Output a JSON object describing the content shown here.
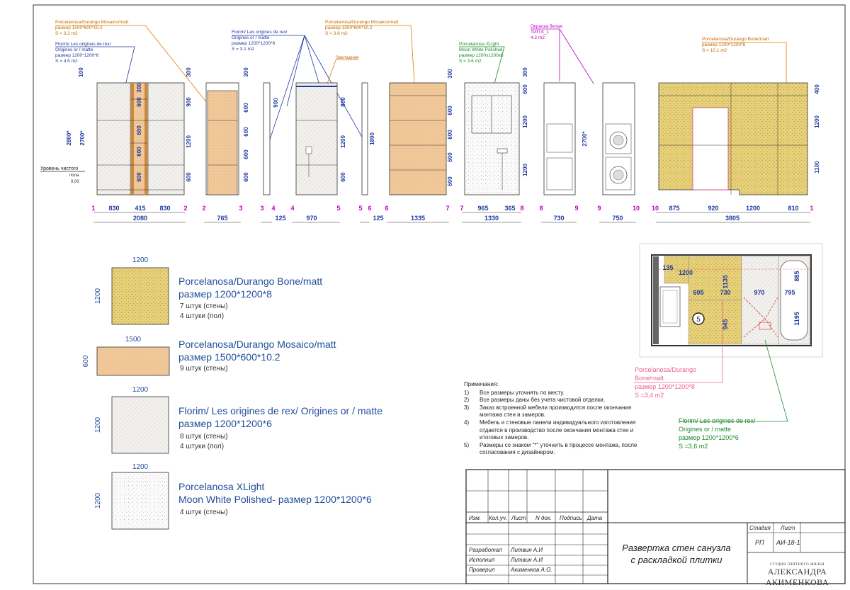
{
  "top_labels": {
    "mosaico_1": [
      "Porcelanosa/Durango Mosaico/matt",
      "размер 1500*600*10.2",
      "S = 3.2 m2"
    ],
    "florim_1": [
      "Florim/ Les origines de rex/",
      "Origines or / matte",
      "размер 1200*1200*6",
      "S = 4.5 m2"
    ],
    "florim_2": [
      "Florim/ Les origines de rex/",
      "Origines or / matte",
      "размер 1200*1200*6",
      "S = 3.1 m2"
    ],
    "mosaico_2": [
      "Porcelanosa/Durango Mosaico/matt",
      "размер 1500*600*10.2",
      "S = 3.6 m2"
    ],
    "zakladnaya": "Закладная",
    "xlight": [
      "Porcelanosa XLight",
      "Moon White Polished-",
      "размер 1200x1200x6",
      "S = 3.6 m2"
    ],
    "paint": [
      "Окраска белая",
      "ТИП К_1",
      "4.2 m2"
    ],
    "bone": [
      "Porcelanosa/Durango Bone/matt",
      "размер 1200*1200*8",
      "S = 10.1 m2"
    ]
  },
  "level": {
    "label": "Уровень чистого",
    "label2": "пола",
    "value": "0.00"
  },
  "vert_dims": {
    "top": "100",
    "total": "2800*",
    "wall": "2700*",
    "e1": [
      "300",
      "600",
      "600",
      "600",
      "600"
    ],
    "e2": [
      "300",
      "900",
      "1200",
      "600"
    ],
    "e3": [
      "300",
      "600",
      "600",
      "600",
      "600"
    ],
    "e4_small": "900",
    "e4": [
      "800",
      "1200",
      "600"
    ],
    "e5": "1800",
    "e6": [
      "300",
      "600",
      "600",
      "600",
      "600"
    ],
    "e7": [
      "300",
      "600",
      "1200",
      "1200"
    ],
    "e8": "2700*",
    "e10": [
      "400",
      "1200",
      "1100"
    ]
  },
  "horiz_dims": {
    "e1": [
      "830",
      "415",
      "830"
    ],
    "e1_total": "2080",
    "e2": "765",
    "e3": "125",
    "e4": "970",
    "e5": "125",
    "e6": "1335",
    "e7": [
      "965",
      "365"
    ],
    "e7_total": "1330",
    "e8": "730",
    "e9": "750",
    "e10": [
      "875",
      "920",
      "1200",
      "810"
    ],
    "e10_total": "3805"
  },
  "axes": [
    "1",
    "2",
    "2",
    "3",
    "3",
    "4",
    "4",
    "5",
    "5",
    "6",
    "6",
    "7",
    "7",
    "8",
    "8",
    "9",
    "9",
    "10",
    "10",
    "1"
  ],
  "legend": [
    {
      "w": "1200",
      "h": "1200",
      "title1": "Porcelanosa/Durango Bone/matt",
      "title2": "размер 1200*1200*8",
      "q1": "7 штук (стены)",
      "q2": "4 штуки (пол)"
    },
    {
      "w": "1500",
      "h": "600",
      "title1": "Porcelanosa/Durango Mosaico/matt",
      "title2": "размер 1500*600*10.2",
      "q1": "9 штук (стены)",
      "q2": ""
    },
    {
      "w": "1200",
      "h": "1200",
      "title1": "Florim/ Les origines de rex/ Origines or / matte",
      "title2": "размер 1200*1200*6",
      "q1": "8 штук  (стены)",
      "q2": "4 штуки  (пол)"
    },
    {
      "w": "1200",
      "h": "1200",
      "title1": "Porcelanosa XLight",
      "title2": "Moon White Polished- размер 1200*1200*6",
      "q1": "4 штук  (стены)",
      "q2": ""
    }
  ],
  "plan": {
    "dims": [
      "135",
      "1200",
      "1135",
      "605",
      "730",
      "970",
      "795",
      "885",
      "945",
      "1195"
    ],
    "marker": "5",
    "floor_bone": [
      "Porcelanosa/Durango",
      "Bone/matt",
      "размер 1200*1200*8",
      "S =3,4 m2"
    ],
    "floor_florim": [
      "Florim/ Les origines de rex/",
      "Origines or / matte",
      "размер 1200*1200*6",
      "S =3,6 m2"
    ]
  },
  "notes": {
    "header": "Примечания:",
    "items": [
      {
        "n": "1)",
        "t": "Все размеры уточнять по месту."
      },
      {
        "n": "2)",
        "t": "Все размеры даны без учета чистовой отделки."
      },
      {
        "n": "3)",
        "t": "Заказ встроенной мебели производится после окончания монтажа стен и замеров."
      },
      {
        "n": "4)",
        "t": "Мебель и стеновые панели индивидуального изготовления отдается в производство после окончания монтажа стен и итоговых замеров."
      },
      {
        "n": "5)",
        "t": "Размеры со знаком \"*\" уточнить в процессе монтажа, после согласования с дизайнером."
      }
    ]
  },
  "title_block": {
    "h_izm": "Изм.",
    "h_kol": "Кол.уч.",
    "h_list": "Лист",
    "h_ndok": "N док.",
    "h_podp": "Подпись",
    "h_data": "Дата",
    "r1_role": "Разработал",
    "r1_name": "Литвин А.И",
    "r2_role": "Исполнил",
    "r2_name": "Литвин А.И",
    "r3_role": "Проверил",
    "r3_name": "Акименков А.О.",
    "title1": "Развертка стен  санузла",
    "title2": "с раскладкой плитки",
    "stage_h": "Стадия",
    "sheet_h": "Лист",
    "stage": "РП",
    "sheet": "АИ-18-1",
    "brand_small": "СТУДИЯ ЭЛИТНОГО ЖИЛЬЯ",
    "brand_big": "АЛЕКСАНДРА АКИМЕНКОВА"
  },
  "colors": {
    "bone": "#e8d27c",
    "bone_dot": "#b89a3a",
    "mosaico": "#f1c89a",
    "florim": "#f3f1ee",
    "blue": "#1f4e9a",
    "orange": "#e07b00",
    "green": "#1b8a2e",
    "magenta": "#d000d0",
    "pink": "#e8658b"
  }
}
